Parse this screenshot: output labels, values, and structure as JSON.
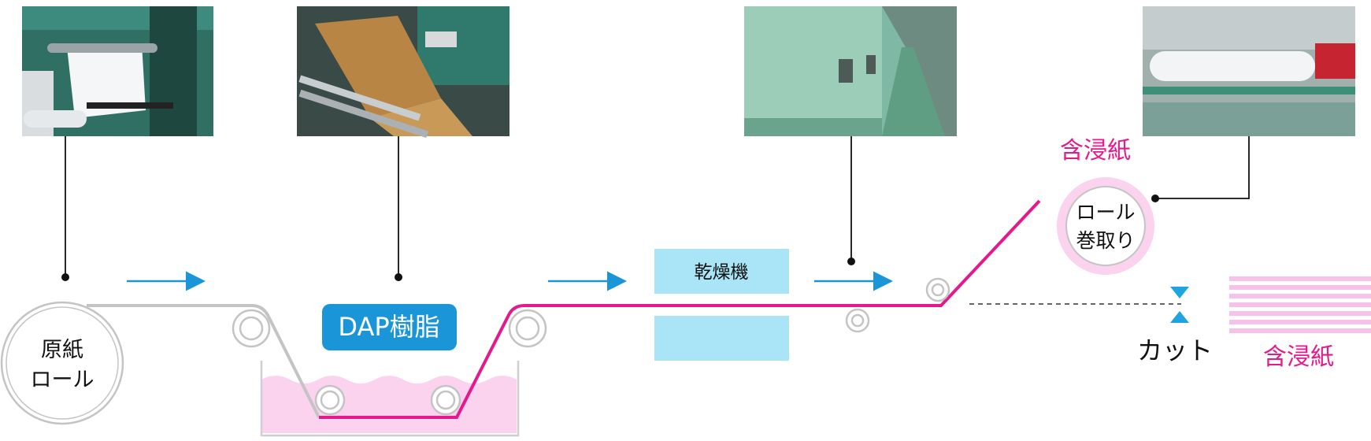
{
  "labels": {
    "base_roll": [
      "原紙",
      "ロール"
    ],
    "resin": "DAP樹脂",
    "dryer": "乾燥機",
    "impregnated_top": "含浸紙",
    "winder": [
      "ロール",
      "巻取り"
    ],
    "cut": "カット",
    "impregnated_out": "含浸紙"
  },
  "photos": [
    {
      "subject": "paper-feed-machine"
    },
    {
      "subject": "resin-coating-machine"
    },
    {
      "subject": "dryer-corridor"
    },
    {
      "subject": "roll-winder-machine"
    }
  ],
  "colors": {
    "magenta": "#e6198c",
    "pink_light": "#fbd3ef",
    "pink_mid": "#f6c2ec",
    "cyan_box": "#a9e5f7",
    "arrow_blue": "#1a96d8",
    "resin_badge": "#1a96d8",
    "gray_line": "#c4c4c4",
    "gray_roller": "#bdbdbd",
    "dark": "#111111"
  }
}
